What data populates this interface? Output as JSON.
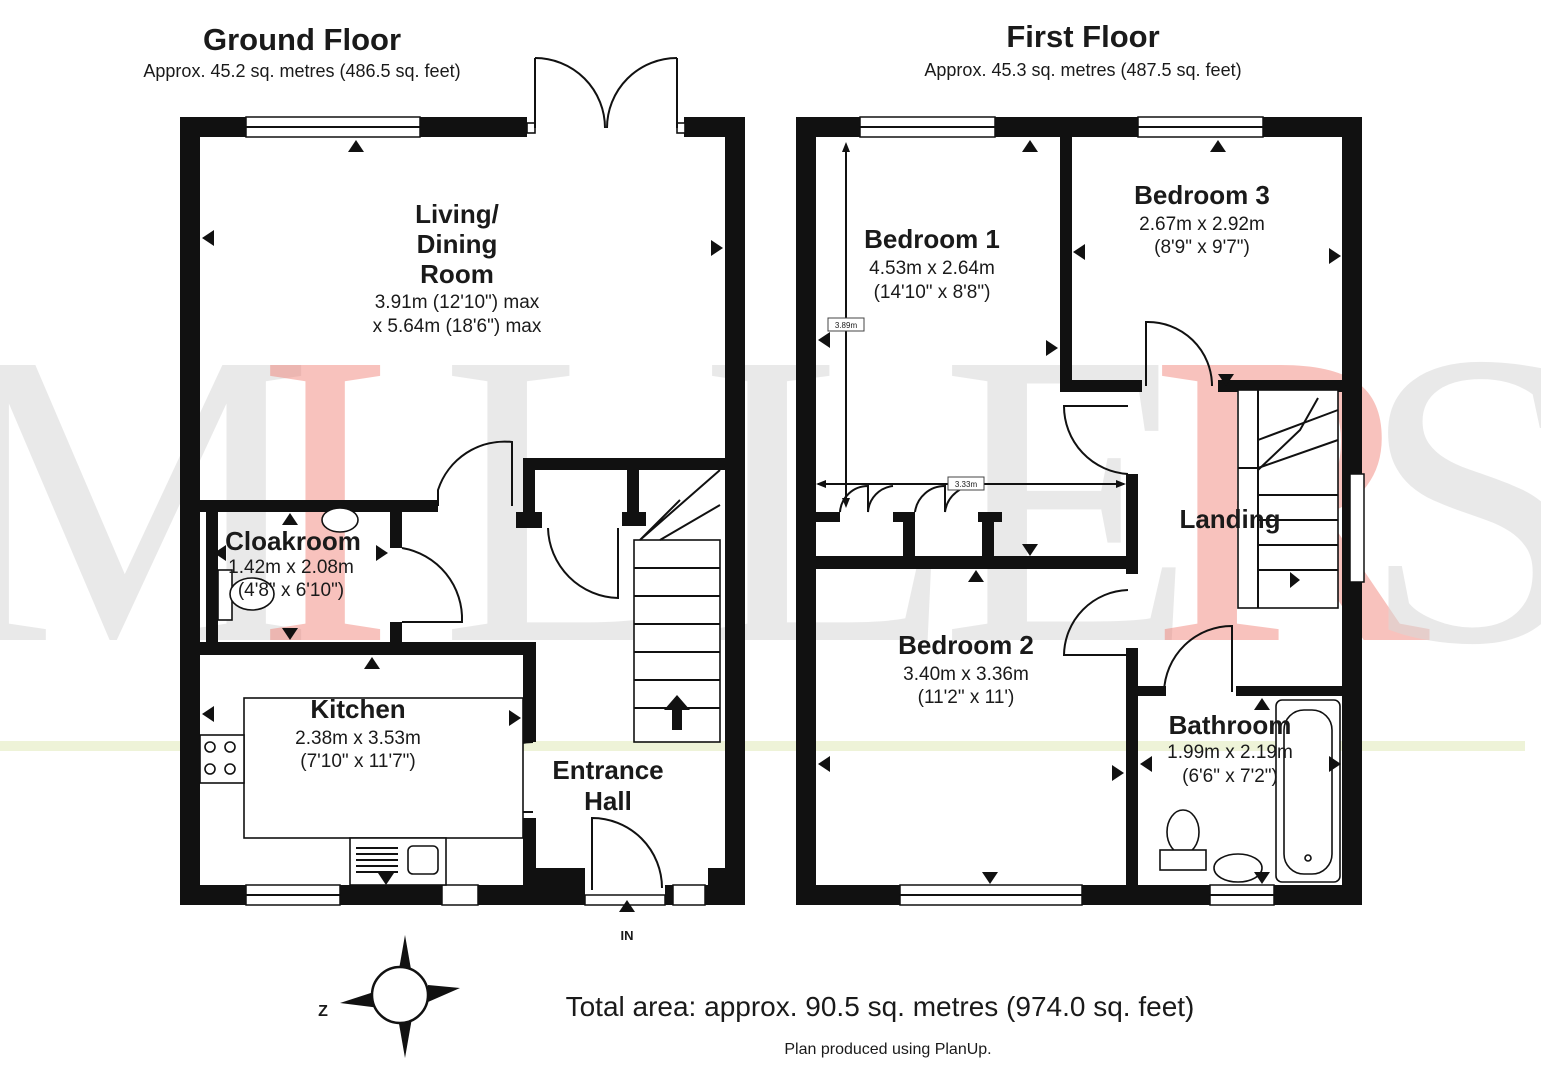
{
  "watermark": {
    "letters": [
      "M",
      "I",
      "L",
      "L",
      "E",
      "R",
      "S"
    ]
  },
  "ground_floor": {
    "title": "Ground Floor",
    "area": "Approx. 45.2 sq. metres (486.5 sq. feet)",
    "rooms": {
      "living": {
        "name_lines": [
          "Living/",
          "Dining",
          "Room"
        ],
        "dim1": "3.91m (12'10\") max",
        "dim2": "x 5.64m (18'6\") max"
      },
      "cloakroom": {
        "name": "Cloakroom",
        "dim1": "1.42m x 2.08m",
        "dim2": "(4'8\" x 6'10\")"
      },
      "kitchen": {
        "name": "Kitchen",
        "dim1": "2.38m x 3.53m",
        "dim2": "(7'10\" x 11'7\")"
      },
      "entrance": {
        "name_lines": [
          "Entrance",
          "Hall"
        ]
      }
    },
    "entry_label": "IN"
  },
  "first_floor": {
    "title": "First Floor",
    "area": "Approx. 45.3 sq. metres (487.5 sq. feet)",
    "rooms": {
      "bedroom1": {
        "name": "Bedroom 1",
        "dim1": "4.53m x 2.64m",
        "dim2": "(14'10\" x 8'8\")"
      },
      "bedroom2": {
        "name": "Bedroom 2",
        "dim1": "3.40m x 3.36m",
        "dim2": "(11'2\" x 11')"
      },
      "bedroom3": {
        "name": "Bedroom 3",
        "dim1": "2.67m x 2.92m",
        "dim2": "(8'9\" x 9'7\")"
      },
      "landing": {
        "name": "Landing"
      },
      "bathroom": {
        "name": "Bathroom",
        "dim1": "1.99m x 2.19m",
        "dim2": "(6'6\" x 7'2\")"
      }
    },
    "measure_labels": [
      "3.89m",
      "3.33m"
    ]
  },
  "compass": {
    "label": "Z"
  },
  "footer": {
    "total": "Total area: approx. 90.5 sq. metres (974.0 sq. feet)",
    "credit": "Plan produced using PlanUp."
  }
}
